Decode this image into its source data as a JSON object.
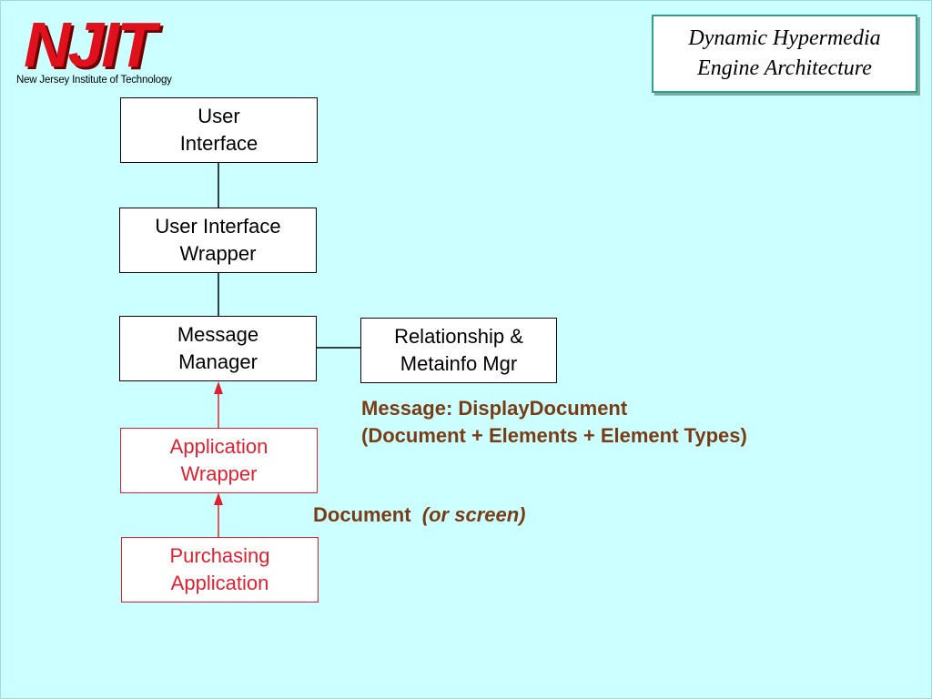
{
  "logo": {
    "wordmark": "NJIT",
    "subtitle": "New Jersey Institute of Technology"
  },
  "title": {
    "line1": "Dynamic Hypermedia",
    "line2": "Engine Architecture"
  },
  "boxes": {
    "user_interface": {
      "line1": "User",
      "line2": "Interface"
    },
    "ui_wrapper": {
      "line1": "User Interface",
      "line2": "Wrapper"
    },
    "message_manager": {
      "line1": "Message",
      "line2": "Manager"
    },
    "relationship_mgr": {
      "line1": "Relationship &",
      "line2": "Metainfo Mgr"
    },
    "application_wrapper": {
      "line1": "Application",
      "line2": "Wrapper"
    },
    "purchasing_application": {
      "line1": "Purchasing",
      "line2": "Application"
    }
  },
  "labels": {
    "message_line1": "Message: DisplayDocument",
    "message_line2": "(Document + Elements + Element Types)",
    "document": "Document",
    "document_note": "(or screen)"
  },
  "colors": {
    "background": "#ccffff",
    "red_component": "#e02030",
    "annotation": "#7a3c14",
    "title_border": "#2ea08a"
  }
}
